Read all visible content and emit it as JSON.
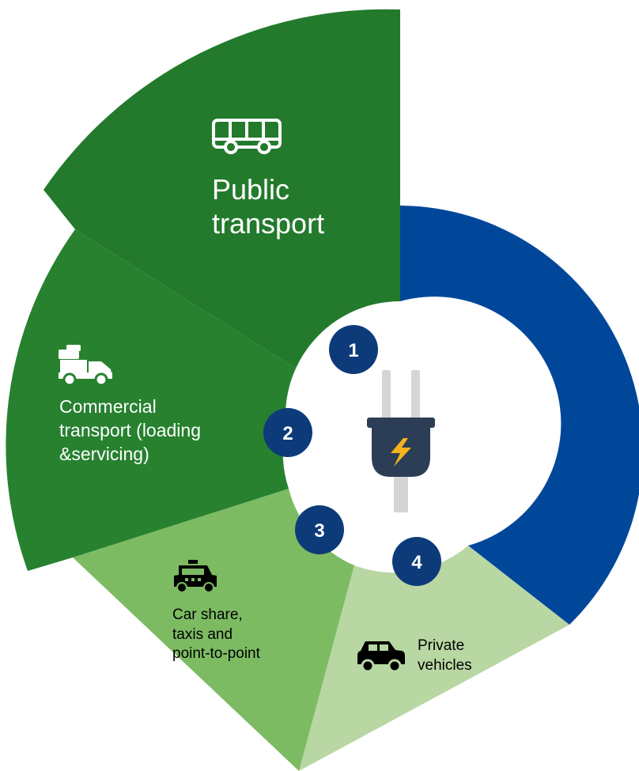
{
  "colors": {
    "public": "#237a2c",
    "commercial": "#27812f",
    "share": "#7dbb63",
    "private": "#b8d7a3",
    "blue": "#00479a",
    "badge": "#0d3b7a",
    "plug_body": "#2c3e55",
    "bolt": "#f3b31b"
  },
  "segments": [
    {
      "id": "public",
      "icon": "bus-icon",
      "label_lines": [
        "Public",
        "transport"
      ],
      "number": "1"
    },
    {
      "id": "commercial",
      "icon": "delivery-truck-icon",
      "label_lines": [
        "Commercial",
        "transport (loading",
        "&servicing)"
      ],
      "number": "2"
    },
    {
      "id": "share",
      "icon": "taxi-icon",
      "label_lines": [
        "Car share,",
        "taxis and",
        "point-to-point"
      ],
      "number": "3"
    },
    {
      "id": "private",
      "icon": "car-icon",
      "label_lines": [
        "Private",
        "vehicles"
      ],
      "number": "4"
    }
  ],
  "center_icon": "electric-plug-icon"
}
